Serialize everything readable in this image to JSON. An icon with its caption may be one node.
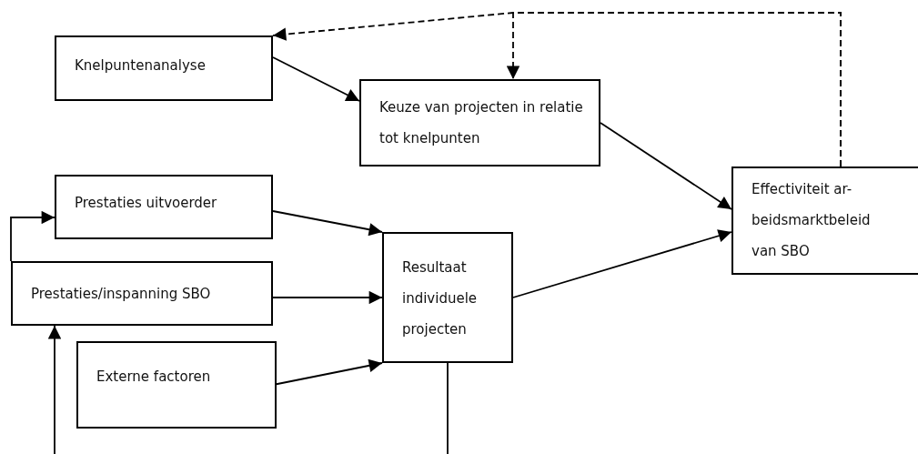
{
  "diagram": {
    "nodes": [
      {
        "text": [
          "Knelpuntenanalyse"
        ]
      },
      {
        "text": [
          "Keuze van projecten in relatie tot knelpunten"
        ]
      },
      {
        "text": [
          "Effectiviteit ar- beidsmarktbeleid van SBO"
        ]
      },
      {
        "text": [
          "Prestaties uitvoerder"
        ]
      },
      {
        "text": [
          "Prestaties/inspanning SBO"
        ]
      },
      {
        "text": [
          "Resultaat individuele projecten"
        ]
      },
      {
        "text": [
          "Externe factoren"
        ]
      }
    ],
    "edges": [
      {
        "from": 0,
        "to": 1,
        "arrow": "to"
      },
      {
        "from": 1,
        "to": 2,
        "arrow": "to"
      },
      {
        "from": 2,
        "to": 0,
        "arrow": "to",
        "style": "dashed"
      },
      {
        "from": 2,
        "to": 1,
        "arrow": "to",
        "style": "dashed"
      },
      {
        "from": 3,
        "to": 5,
        "arrow": "to"
      },
      {
        "from": 4,
        "to": 5,
        "arrow": "to"
      },
      {
        "from": 6,
        "to": 5,
        "arrow": "to"
      },
      {
        "from": 5,
        "to": 2,
        "arrow": "to"
      },
      {
        "from": 4,
        "to": 3,
        "arrow": "to"
      },
      {
        "from": 5,
        "to": null,
        "arrow": "none"
      },
      {
        "from": null,
        "to": 4,
        "arrow": "to"
      }
    ]
  }
}
